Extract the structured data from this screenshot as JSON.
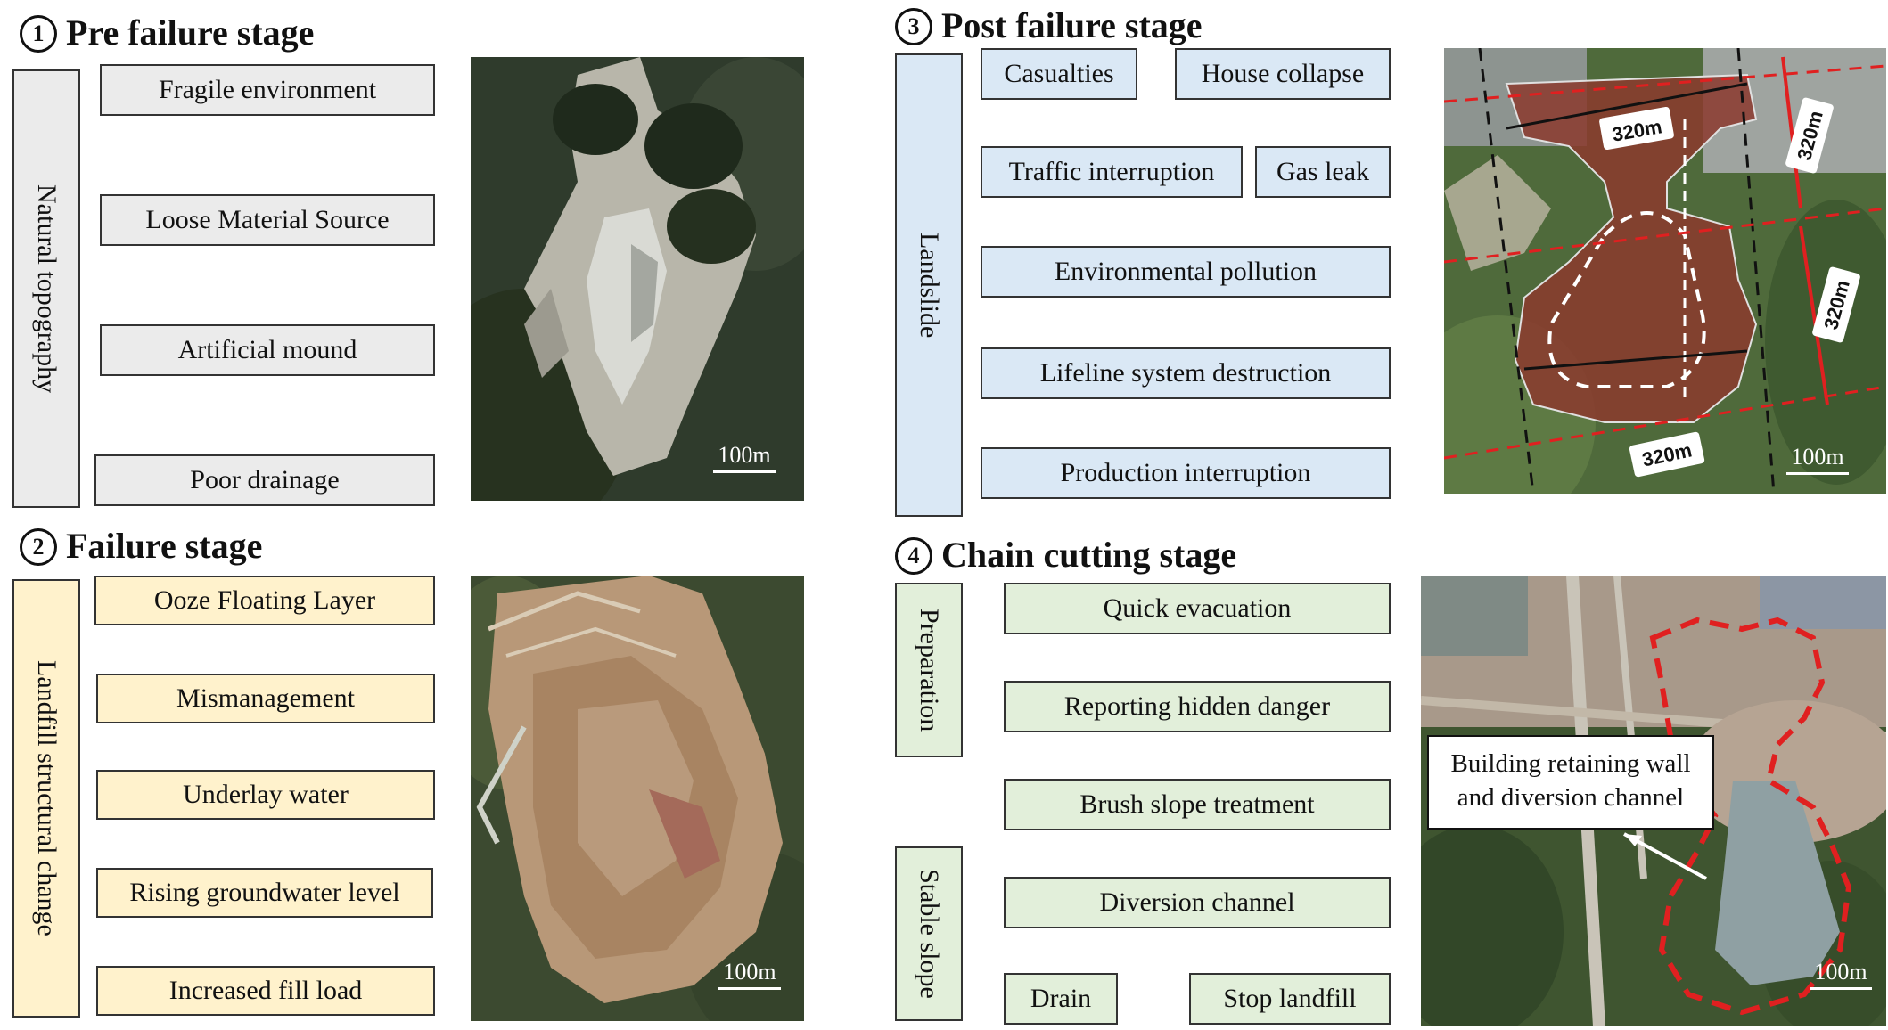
{
  "stage1": {
    "number": "1",
    "title": "Pre failure stage",
    "category": "Natural topography",
    "factors": [
      "Fragile environment",
      "Loose Material Source",
      "Artificial mound",
      "Poor drainage"
    ],
    "scale": "100m"
  },
  "stage2": {
    "number": "2",
    "title": "Failure stage",
    "category": "Landfill structural change",
    "factors": [
      "Ooze Floating Layer",
      "Mismanagement",
      "Underlay water",
      "Rising groundwater level",
      "Increased fill load"
    ],
    "scale": "100m"
  },
  "stage3": {
    "number": "3",
    "title": "Post failure stage",
    "category": "Landslide",
    "consequences": [
      "Casualties",
      "House collapse",
      "Traffic interruption",
      "Gas leak",
      "Environmental pollution",
      "Lifeline system destruction",
      "Production interruption"
    ],
    "dimensions": [
      "320m",
      "320m",
      "320m",
      "320m"
    ],
    "scale": "100m"
  },
  "stage4": {
    "number": "4",
    "title": "Chain cutting stage",
    "categories": [
      "Preparation",
      "Stable slope"
    ],
    "measures": [
      "Quick evacuation",
      "Reporting hidden danger",
      "Brush slope treatment",
      "Diversion channel",
      "Drain",
      "Stop landfill"
    ],
    "annotation_line1": "Building retaining wall",
    "annotation_line2": "and diversion channel",
    "scale": "100m"
  },
  "colors": {
    "stage1_fill": "#ebebeb",
    "stage2_fill": "#fff2cc",
    "stage3_fill": "#dae8f5",
    "stage4_fill": "#e2efda",
    "landslide_overlay": "#8b3a2e",
    "boundary_dash": "#e02020"
  }
}
